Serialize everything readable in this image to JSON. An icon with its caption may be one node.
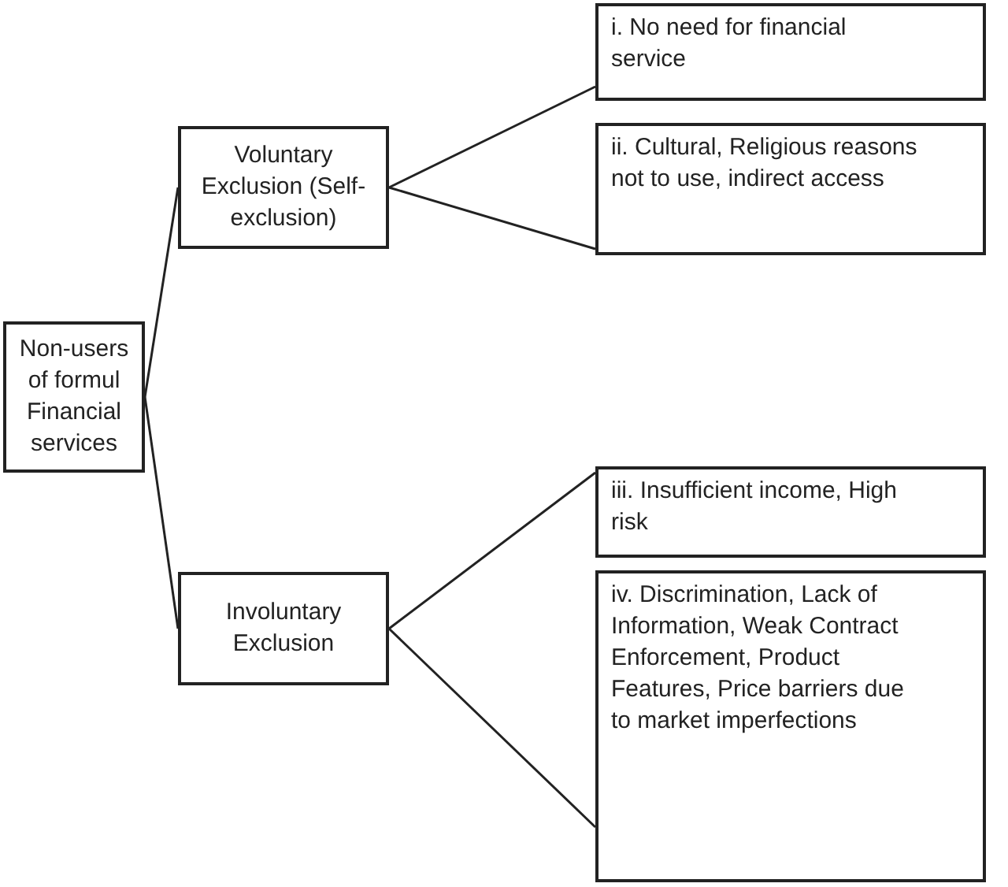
{
  "diagram": {
    "nodes": [
      {
        "text": [
          "Non-users of formul Financial services"
        ]
      },
      {
        "text": [
          "Voluntary Exclusion (Self-exclusion)"
        ]
      },
      {
        "text": [
          "Involuntary Exclusion"
        ]
      },
      {
        "text": [
          "i. No need for financial service"
        ]
      },
      {
        "text": [
          "ii. Cultural, Religious reasons not to use, indirect access"
        ]
      },
      {
        "text": [
          "iii. Insufficient income, High risk"
        ]
      },
      {
        "text": [
          "iv. Discrimination, Lack of Information, Weak Contract Enforcement, Product Features, Price barriers due to market imperfections"
        ]
      }
    ],
    "edges": [
      {
        "from": 0,
        "to": 1,
        "arrow": "none"
      },
      {
        "from": 0,
        "to": 2,
        "arrow": "none"
      },
      {
        "from": 1,
        "to": 3,
        "arrow": "none"
      },
      {
        "from": 1,
        "to": 4,
        "arrow": "none"
      },
      {
        "from": 2,
        "to": 5,
        "arrow": "none"
      },
      {
        "from": 2,
        "to": 6,
        "arrow": "none"
      }
    ]
  }
}
